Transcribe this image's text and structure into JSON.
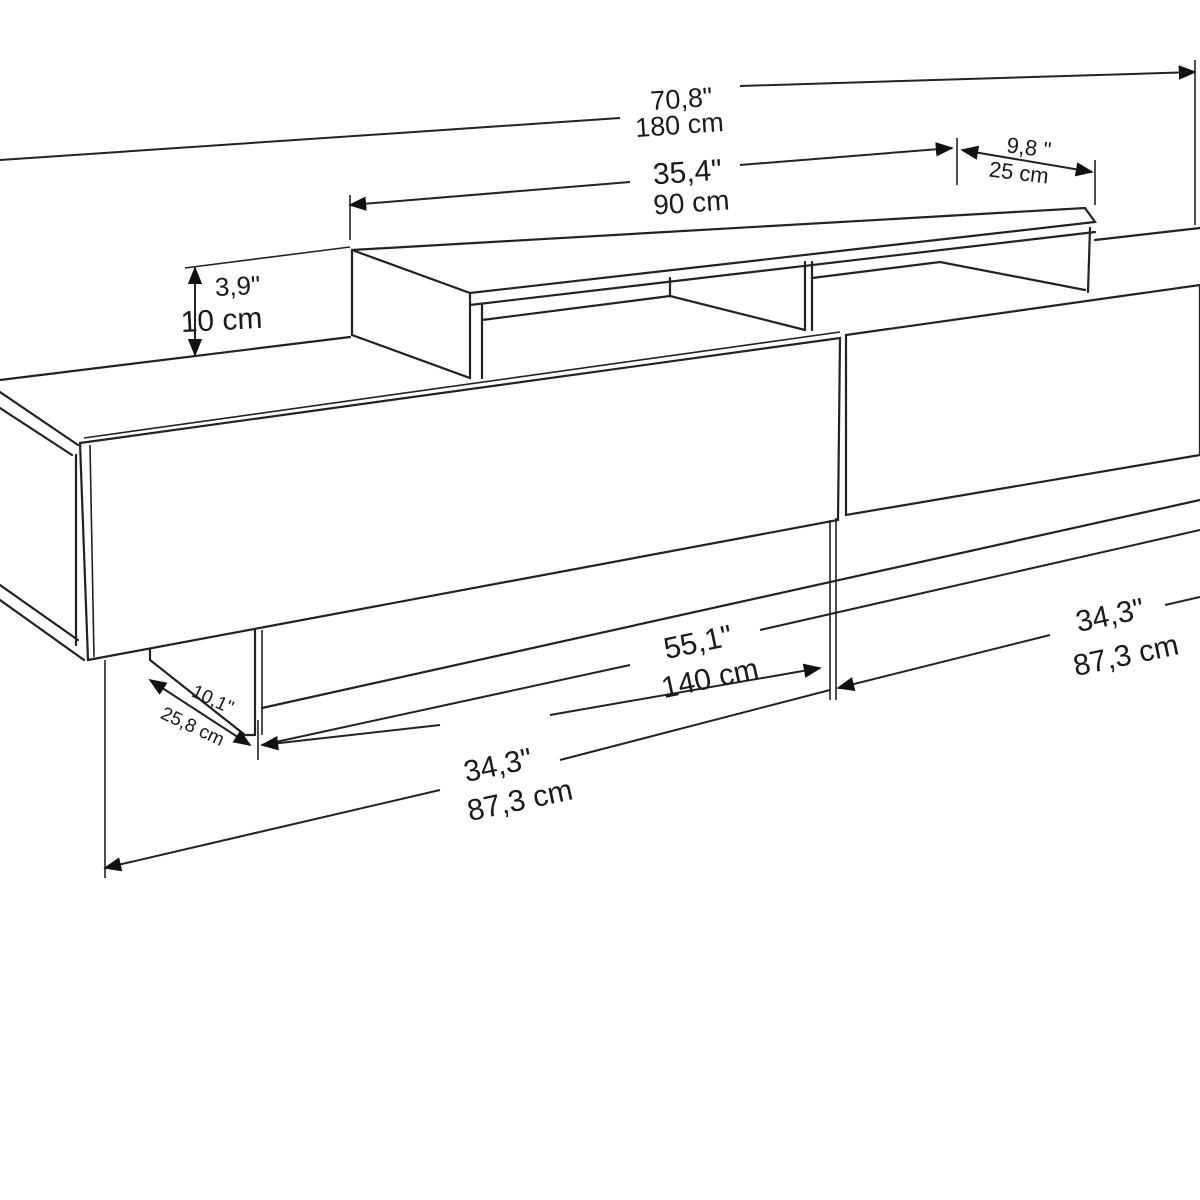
{
  "drawing": {
    "line_color": "#222222",
    "background": "#ffffff",
    "dimensions": {
      "total_width": {
        "inch": "70,8\"",
        "cm": "180 cm"
      },
      "riser_width": {
        "inch": "35,4\"",
        "cm": "90 cm"
      },
      "riser_depth": {
        "inch": "9,8 \"",
        "cm": "25 cm"
      },
      "riser_height": {
        "inch": "3,9\"",
        "cm": "10 cm"
      },
      "inner_width": {
        "inch": "55,1\"",
        "cm": "140 cm"
      },
      "right_drawer": {
        "inch": "34,3\"",
        "cm": "87,3 cm"
      },
      "cabinet_depth": {
        "inch": "10,1\"",
        "cm": "25,8 cm"
      },
      "left_drawer": {
        "inch": "34,3\"",
        "cm": "87,3 cm"
      }
    }
  }
}
